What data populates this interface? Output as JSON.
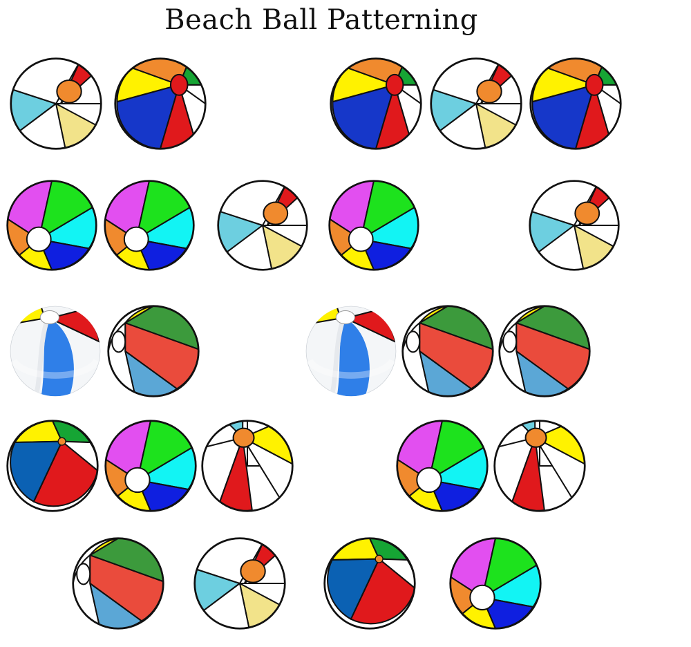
{
  "title": "Beach Ball Patterning",
  "palette": {
    "outline": "#111111",
    "red": "#e0191c",
    "orange": "#f08a2e",
    "light_blue": "#6dcfe0",
    "light_yellow": "#f2e38a",
    "yellow": "#fff200",
    "navy": "#1637c9",
    "green": "#16a534",
    "magenta": "#e24ff0",
    "bright_green": "#1de21d",
    "cyan": "#12f4f4",
    "blue": "#0f1fe0",
    "dark_green": "#3c9a3c",
    "coral": "#ea4b3c",
    "steel_blue": "#5ba7d6",
    "royal_blue": "#2f7fe8",
    "ocean_blue": "#0b61b3"
  },
  "ball_types": {
    "A": "pastel-beach-ball",
    "B": "blue-yellow-red-beach-ball",
    "C": "rainbow-beach-ball",
    "D": "glossy-blue-beach-ball",
    "E": "green-coral-beach-ball",
    "F": "red-blue-beach-ball",
    "G": "red-yellow-white-beach-ball"
  },
  "rows": [
    {
      "name": "row-1",
      "balls": [
        "A",
        "B",
        "",
        "B",
        "A",
        "B"
      ]
    },
    {
      "name": "row-2",
      "balls": [
        "C",
        "C",
        "A",
        "C",
        "",
        "A"
      ]
    },
    {
      "name": "row-3",
      "balls": [
        "D",
        "E",
        "",
        "D",
        "E",
        "E"
      ]
    },
    {
      "name": "row-4",
      "balls": [
        "F",
        "C",
        "G",
        "",
        "C",
        "G"
      ]
    },
    {
      "name": "answer-choices",
      "balls": [
        "E",
        "A",
        "F",
        "C"
      ]
    }
  ]
}
